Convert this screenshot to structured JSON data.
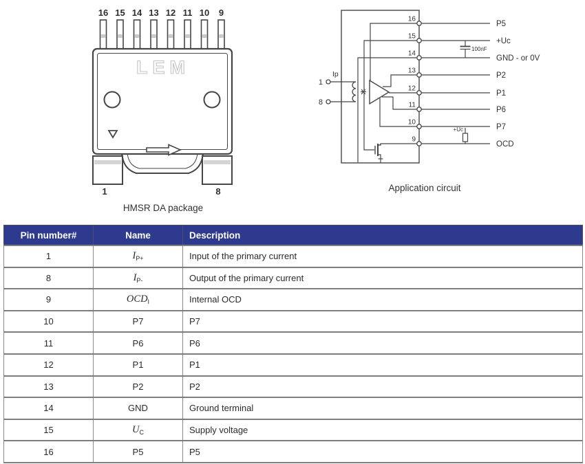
{
  "package_figure": {
    "caption": "HMSR DA package",
    "logo": "LEM",
    "top_pin_numbers": [
      "16",
      "15",
      "14",
      "13",
      "12",
      "11",
      "10",
      "9"
    ],
    "bottom_pin_labels": [
      "1",
      "8"
    ]
  },
  "circuit_figure": {
    "caption": "Application circuit",
    "primary_side": {
      "pin_top": "1",
      "pin_bottom": "8",
      "current_label": "Ip"
    },
    "capacitor_label": "100nF",
    "pullup_label": "+Uc",
    "right_pins": [
      {
        "number": "16",
        "label": "P5"
      },
      {
        "number": "15",
        "label": "+Uc"
      },
      {
        "number": "14",
        "label": "GND - or 0V"
      },
      {
        "number": "13",
        "label": "P2"
      },
      {
        "number": "12",
        "label": "P1"
      },
      {
        "number": "11",
        "label": "P6"
      },
      {
        "number": "10",
        "label": "P7"
      },
      {
        "number": "9",
        "label": "OCD"
      }
    ]
  },
  "pin_table": {
    "header_bg": "#2e3a8e",
    "headers": [
      "Pin number#",
      "Name",
      "Description"
    ],
    "rows": [
      {
        "pin": "1",
        "name_base": "I",
        "name_sub": "P+",
        "name_italic": true,
        "description": "Input of the primary current"
      },
      {
        "pin": "8",
        "name_base": "I",
        "name_sub": "P-",
        "name_italic": true,
        "description": "Output of the primary current"
      },
      {
        "pin": "9",
        "name_base": "OCD",
        "name_sub": "I",
        "name_italic": true,
        "description": "Internal OCD"
      },
      {
        "pin": "10",
        "name_base": "P7",
        "name_sub": "",
        "name_italic": false,
        "description": "P7"
      },
      {
        "pin": "11",
        "name_base": "P6",
        "name_sub": "",
        "name_italic": false,
        "description": "P6"
      },
      {
        "pin": "12",
        "name_base": "P1",
        "name_sub": "",
        "name_italic": false,
        "description": "P1"
      },
      {
        "pin": "13",
        "name_base": "P2",
        "name_sub": "",
        "name_italic": false,
        "description": "P2"
      },
      {
        "pin": "14",
        "name_base": "GND",
        "name_sub": "",
        "name_italic": false,
        "description": "Ground terminal"
      },
      {
        "pin": "15",
        "name_base": "U",
        "name_sub": "C",
        "name_italic": true,
        "description": "Supply voltage"
      },
      {
        "pin": "16",
        "name_base": "P5",
        "name_sub": "",
        "name_italic": false,
        "description": "P5"
      }
    ]
  }
}
